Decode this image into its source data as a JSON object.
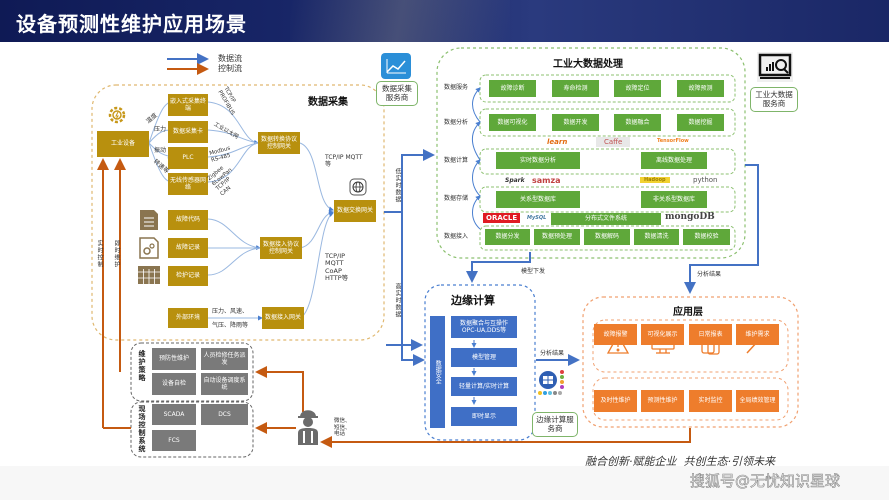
{
  "title": "设备预测性维护应用场景",
  "legend": {
    "data_flow": "数据流",
    "control_flow": "控制流",
    "data_flow_color": "#4472c4",
    "control_flow_color": "#c55a11"
  },
  "colors": {
    "gold": "#b8900e",
    "green": "#5fa83a",
    "blue": "#3f6fc6",
    "orange": "#ee7d2c",
    "gray": "#7a7a7a"
  },
  "data_collection": {
    "title": "数据采集",
    "device": "工业设备",
    "branch_labels": [
      "温度",
      "压力",
      "振动",
      "转速等"
    ],
    "collectors": [
      "嵌入式采集终端",
      "数据采集卡",
      "PLC",
      "无线传感器网络"
    ],
    "protocols": [
      "TCP/IP PROFIBUS",
      "工业以太网",
      "Modbus RS-485",
      "Zigbee 6LowPan TCP/IP CAN"
    ],
    "gateway_conversion": "数据转换协议控制网关",
    "gateway_exchange": "数据交换网关",
    "exchange_protocol": "TCP/IP MQTT等",
    "records": [
      "故障代码",
      "故障记录",
      "检护记录"
    ],
    "gateway_access_ctrl": "数据接入协议控制网关",
    "environment": "外部环境",
    "environment_params_1": "压力、风速、",
    "environment_params_2": "气压、降雨等",
    "gateway_access": "数据接入网关",
    "access_protocols": [
      "TCP/IP",
      "MQTT",
      "CoAP",
      "HTTP等"
    ]
  },
  "vertical_labels": {
    "realtime_control": "实时控制",
    "instant_maintenance": "即时维护",
    "low_realtime": "低实时数据",
    "high_realtime": "高实时数据"
  },
  "service_providers": {
    "data_collection": "数据采集服务商",
    "big_data": "工业大数据服务商",
    "edge": "边缘计算服务商"
  },
  "big_data": {
    "title": "工业大数据处理",
    "layers": [
      "数据服务",
      "数据分析",
      "数据计算",
      "数据存储",
      "数据接入"
    ],
    "service_row": [
      "故障诊断",
      "寿命检测",
      "故障定位",
      "故障预测"
    ],
    "analysis_row": [
      "数据可视化",
      "数据开发",
      "数据融合",
      "数据挖掘"
    ],
    "compute_row": [
      "实时数据分析",
      "离线数据处理"
    ],
    "storage_row": [
      "关系型数据库",
      "非关系型数据库"
    ],
    "fs": "分布式文件系统",
    "access_row": [
      "数据分发",
      "数据预处理",
      "数据解码",
      "数据清洗",
      "数据校验"
    ],
    "logos": [
      "learn",
      "Caffe",
      "TensorFlow",
      "Spark",
      "samza",
      "Hadoop",
      "python",
      "ORACLE",
      "MySQL",
      "mongoDB"
    ]
  },
  "edge": {
    "title": "边缘计算",
    "security": "数据安全",
    "steps": [
      "数据聚合与互操作 OPC-UA,DDS等",
      "模型管理",
      "轻量计算/实时计算",
      "即时显示"
    ],
    "model_down": "模型下发",
    "analysis_result": "分析结果"
  },
  "app_layer": {
    "title": "应用层",
    "row1": [
      "故障报警",
      "可视化展示",
      "日常报表",
      "维护需求"
    ],
    "row2": [
      "及时性维护",
      "预测性维护",
      "实时监控",
      "全局绩效管理"
    ],
    "analysis_result": "分析结果"
  },
  "maintenance": {
    "strategy_title": "维护策略",
    "strategy_items": [
      "预防性维护",
      "人员检修任务派发",
      "设备自检",
      "自动设备调度系统"
    ],
    "control_title": "现场控制系统",
    "control_items": [
      "SCADA",
      "DCS",
      "FCS"
    ],
    "notify": [
      "微信、",
      "短信、",
      "电话"
    ]
  },
  "footer": {
    "slogan": "融合创新·赋能企业  共创生态·引领未来",
    "watermark": "搜狐号@无忧知识星球"
  }
}
